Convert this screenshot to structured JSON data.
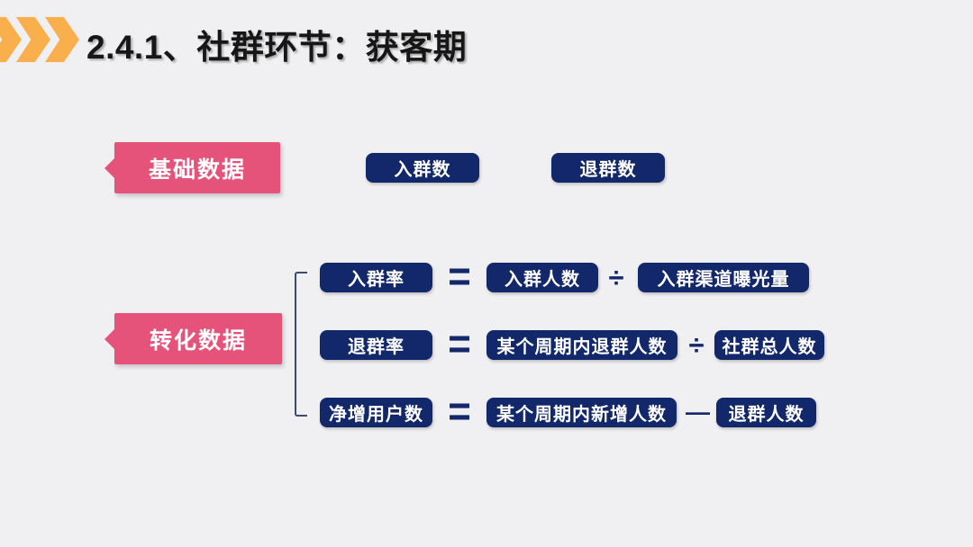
{
  "slide": {
    "title": "2.4.1、社群环节：获客期",
    "background_color": "#F0F0F2"
  },
  "colors": {
    "accent_pink": "#E5537B",
    "accent_navy": "#13286B",
    "chevron_orange": "#F9AF4C",
    "bracket_line": "#3B4C72",
    "title_text": "#161616"
  },
  "icons": {
    "header_chevrons": "chevron-right-icon"
  },
  "sections": {
    "basic": {
      "label": "基础数据",
      "items": [
        {
          "label": "入群数"
        },
        {
          "label": "退群数"
        }
      ]
    },
    "conversion": {
      "label": "转化数据",
      "formulas": [
        {
          "result": "入群率",
          "eq": "=",
          "operand_a": "入群人数",
          "operator": "÷",
          "operand_b": "入群渠道曝光量"
        },
        {
          "result": "退群率",
          "eq": "=",
          "operand_a": "某个周期内退群人数",
          "operator": "÷",
          "operand_b": "社群总人数"
        },
        {
          "result": "净增用户数",
          "eq": "=",
          "operand_a": "某个周期内新增人数",
          "operator": "—",
          "operand_b": "退群人数"
        }
      ]
    }
  }
}
